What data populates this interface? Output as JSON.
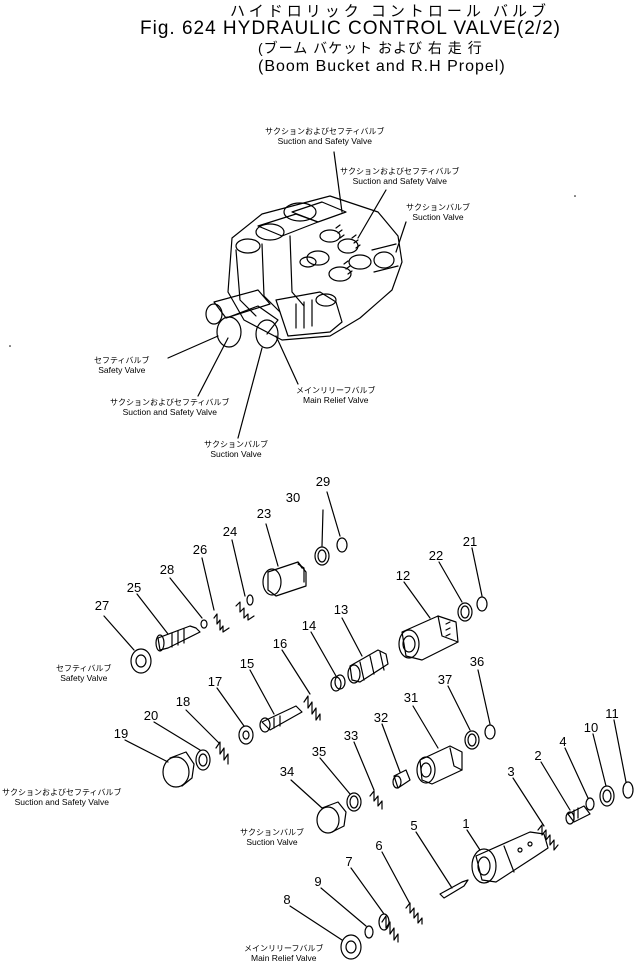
{
  "title": {
    "japanese": "ハイドロリック コントロール バルブ",
    "figure": "Fig. 624 HYDRAULIC CONTROL VALVE(2/2)",
    "sub_japanese": "(ブーム バケット および 右 走 行",
    "sub_english": "(Boom Bucket and R.H Propel)"
  },
  "callouts": {
    "suction_safety_1": {
      "jp": "サクションおよびセフティバルブ",
      "en": "Suction and Safety Valve"
    },
    "suction_safety_2": {
      "jp": "サクションおよびセフティバルブ",
      "en": "Suction and Safety Valve"
    },
    "suction_valve_right": {
      "jp": "サクションバルブ",
      "en": "Suction Valve"
    },
    "safety_valve_left": {
      "jp": "セフティバルブ",
      "en": "Safety Valve"
    },
    "suction_safety_left": {
      "jp": "サクションおよびセフティバルブ",
      "en": "Suction and Safety Valve"
    },
    "main_relief_top": {
      "jp": "メインリリーフバルブ",
      "en": "Main Relief Valve"
    },
    "suction_valve_bottom": {
      "jp": "サクションバルブ",
      "en": "Suction Valve"
    }
  },
  "group_labels": {
    "safety_valve": {
      "jp": "セフティバルブ",
      "en": "Safety Valve"
    },
    "suction_safety": {
      "jp": "サクションおよびセフティバルブ",
      "en": "Suction and Safety Valve"
    },
    "suction_valve": {
      "jp": "サクションバルブ",
      "en": "Suction Valve"
    },
    "main_relief": {
      "jp": "メインリリーフバルブ",
      "en": "Main Relief Valve"
    }
  },
  "part_numbers": [
    "1",
    "2",
    "3",
    "4",
    "5",
    "6",
    "7",
    "8",
    "9",
    "10",
    "11",
    "12",
    "13",
    "14",
    "15",
    "16",
    "17",
    "18",
    "19",
    "20",
    "21",
    "22",
    "23",
    "24",
    "25",
    "26",
    "27",
    "28",
    "29",
    "30",
    "31",
    "32",
    "33",
    "34",
    "35",
    "36",
    "37"
  ]
}
